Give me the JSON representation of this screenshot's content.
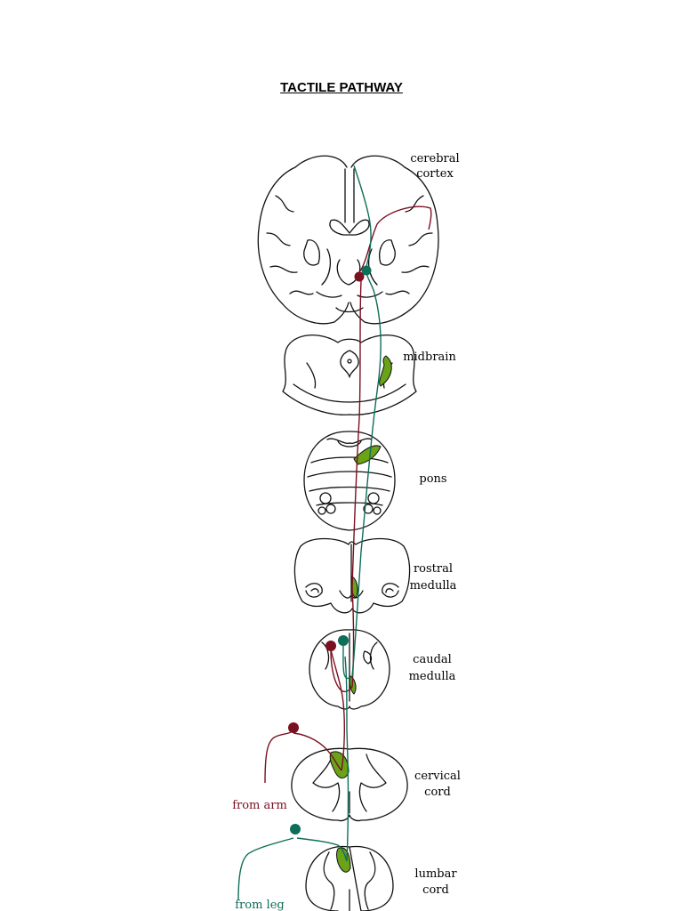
{
  "title": "TACTILE PATHWAY",
  "colors": {
    "arm_pathway": "#7a1020",
    "leg_pathway": "#0f6e58",
    "nucleus_fill": "#6aa218",
    "outline": "#111111",
    "label": "#000000"
  },
  "labels": {
    "cerebral_cortex": [
      "cerebral",
      "cortex"
    ],
    "midbrain": [
      "midbrain"
    ],
    "pons": [
      "pons"
    ],
    "rostral_medulla": [
      "rostral",
      "medulla"
    ],
    "caudal_medulla": [
      "caudal",
      "medulla"
    ],
    "cervical_cord": [
      "cervical",
      "cord"
    ],
    "lumbar_cord": [
      "lumbar",
      "cord"
    ],
    "from_arm": [
      "from arm"
    ],
    "from_leg": [
      "from leg"
    ]
  }
}
